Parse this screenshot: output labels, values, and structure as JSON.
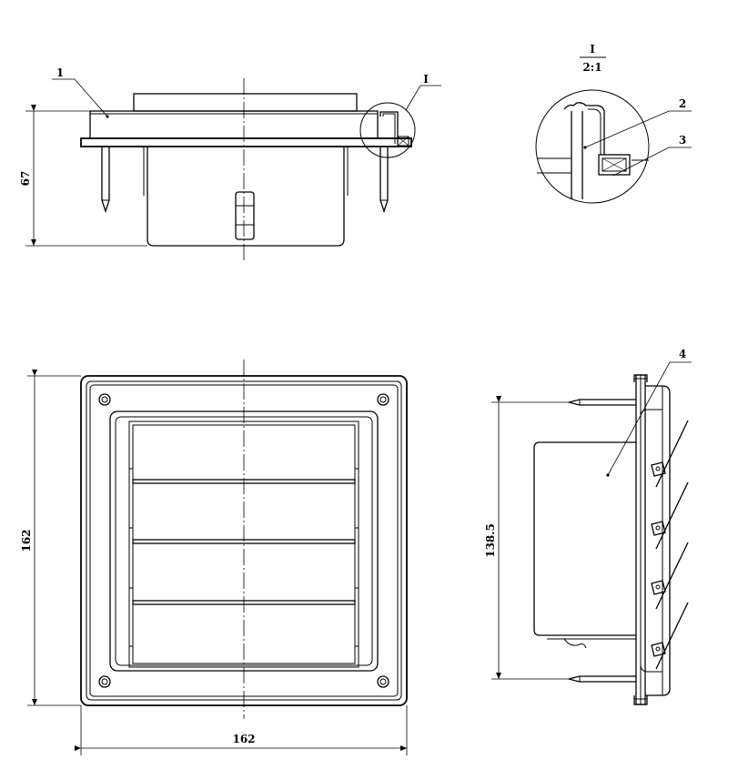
{
  "dimensions": {
    "height_side": "67",
    "height_front": "162",
    "width_front": "162",
    "height_right": "138.5"
  },
  "callouts": {
    "part1": "1",
    "part2": "2",
    "part3": "3",
    "part4": "4",
    "detail_ref": "I"
  },
  "detail": {
    "label": "I",
    "scale": "2:1"
  }
}
